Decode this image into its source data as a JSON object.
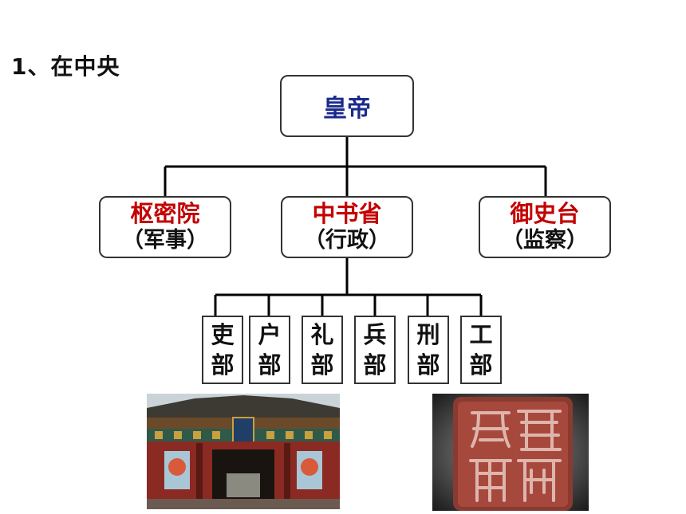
{
  "heading": "1、在中央",
  "emperor": "皇帝",
  "departments": [
    {
      "name": "枢密院",
      "role": "（军事）"
    },
    {
      "name": "中书省",
      "role": "（行政）"
    },
    {
      "name": "御史台",
      "role": "（监察）"
    }
  ],
  "ministries": [
    {
      "char1": "吏",
      "char2": "部"
    },
    {
      "char1": "户",
      "char2": "部"
    },
    {
      "char1": "礼",
      "char2": "部"
    },
    {
      "char1": "兵",
      "char2": "部"
    },
    {
      "char1": "刑",
      "char2": "部"
    },
    {
      "char1": "工",
      "char2": "部"
    }
  ],
  "colors": {
    "emperor_text": "#1a2a8c",
    "department_name": "#c40000",
    "lines": "#000000"
  }
}
